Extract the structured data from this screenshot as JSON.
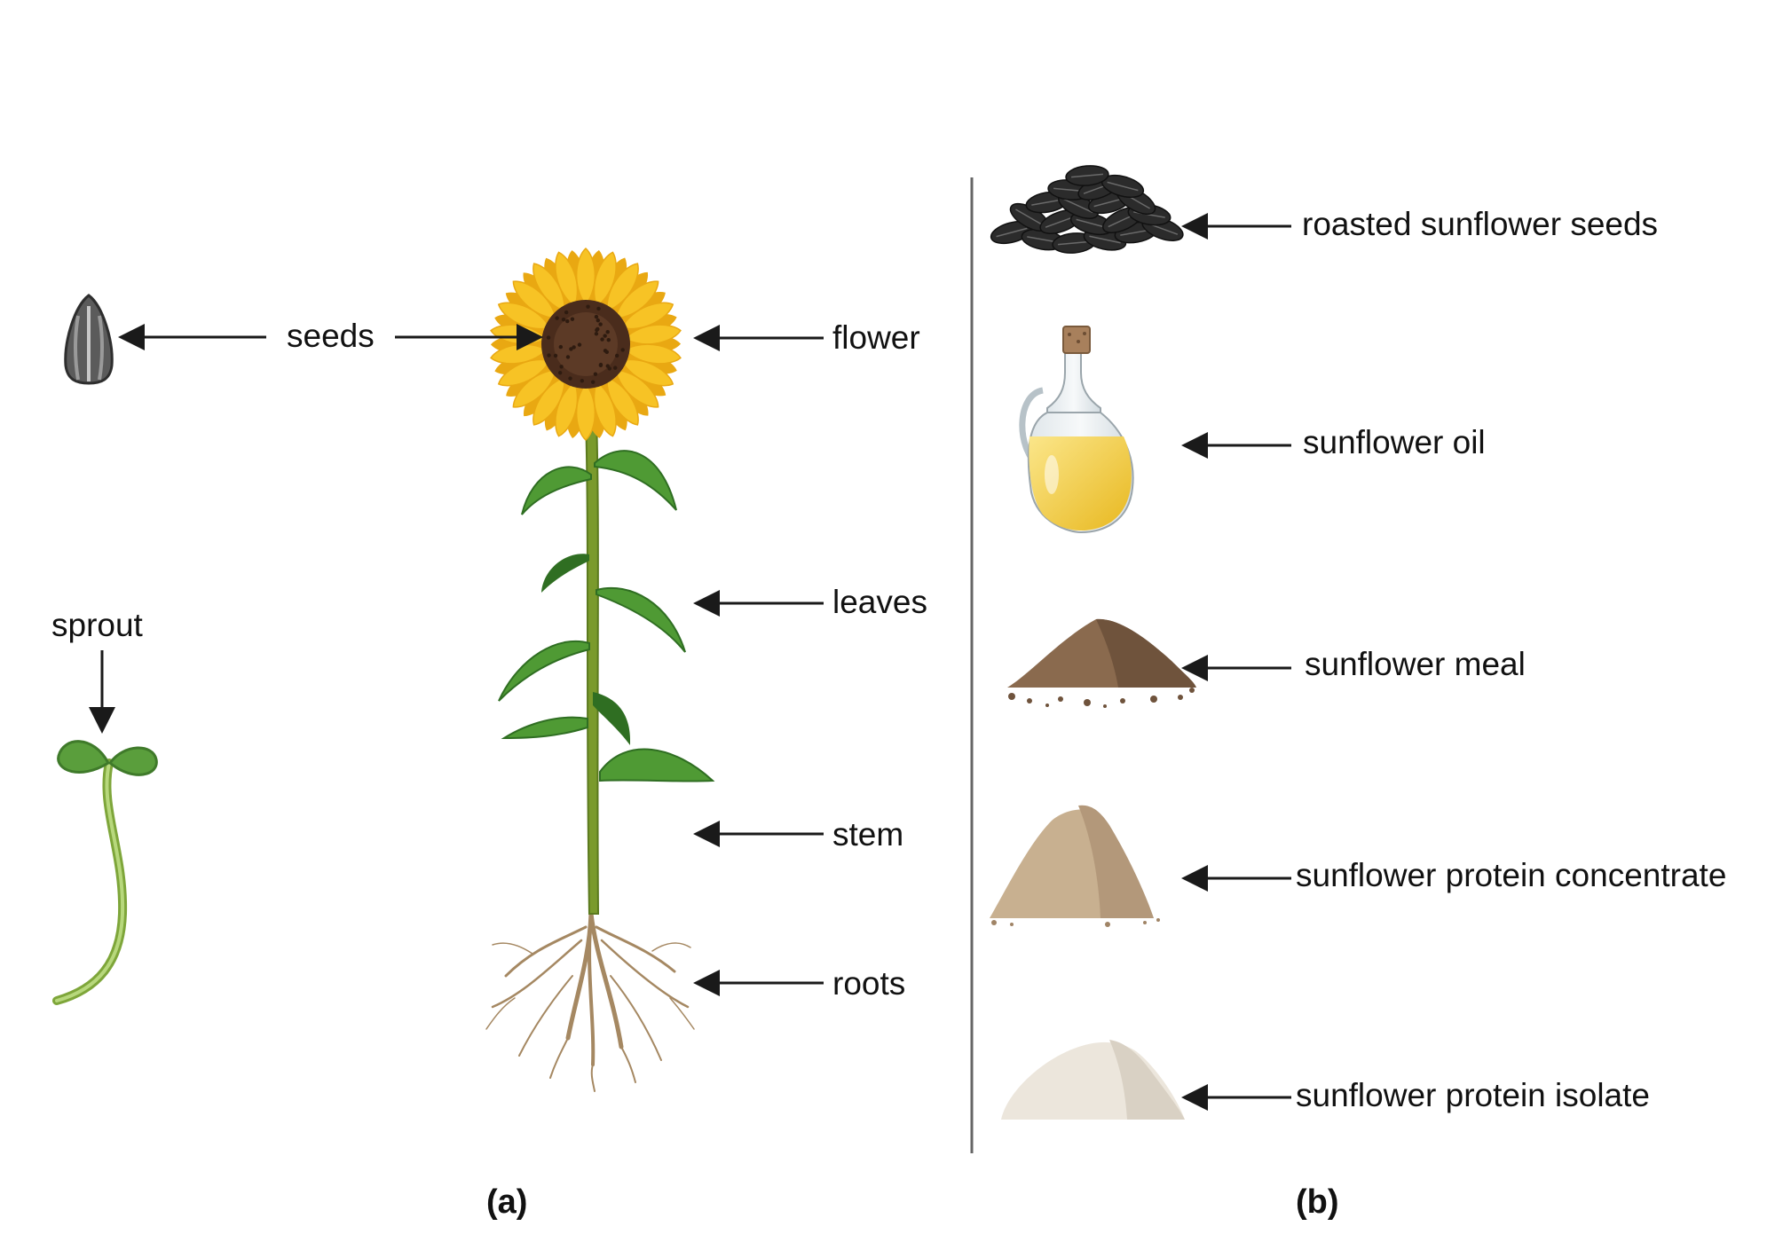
{
  "panel_a": {
    "caption": "(a)",
    "labels": {
      "seeds": "seeds",
      "flower": "flower",
      "leaves": "leaves",
      "stem": "stem",
      "roots": "roots",
      "sprout": "sprout"
    }
  },
  "panel_b": {
    "caption": "(b)",
    "products": [
      {
        "label": "roasted sunflower seeds",
        "icon": "roasted-seeds-pile-icon"
      },
      {
        "label": "sunflower oil",
        "icon": "oil-bottle-icon"
      },
      {
        "label": "sunflower meal",
        "icon": "meal-pile-icon"
      },
      {
        "label": "sunflower protein concentrate",
        "icon": "protein-concentrate-pile-icon"
      },
      {
        "label": "sunflower protein isolate",
        "icon": "protein-isolate-pile-icon"
      }
    ]
  },
  "colors": {
    "petal": "#f7c325",
    "petal_dark": "#e9a812",
    "flower_center": "#4a2c1c",
    "stem": "#7a9a2c",
    "leaf": "#4f9a34",
    "leaf_dark": "#2f6e22",
    "root": "#a58862",
    "sprout": "#9bc35a",
    "seed": "#555555",
    "oil": "#f5d14a",
    "meal": "#8a6a4e",
    "concentrate": "#c8b090",
    "isolate": "#ece6dc",
    "arrow": "#1a1a1a",
    "divider": "#666666"
  }
}
